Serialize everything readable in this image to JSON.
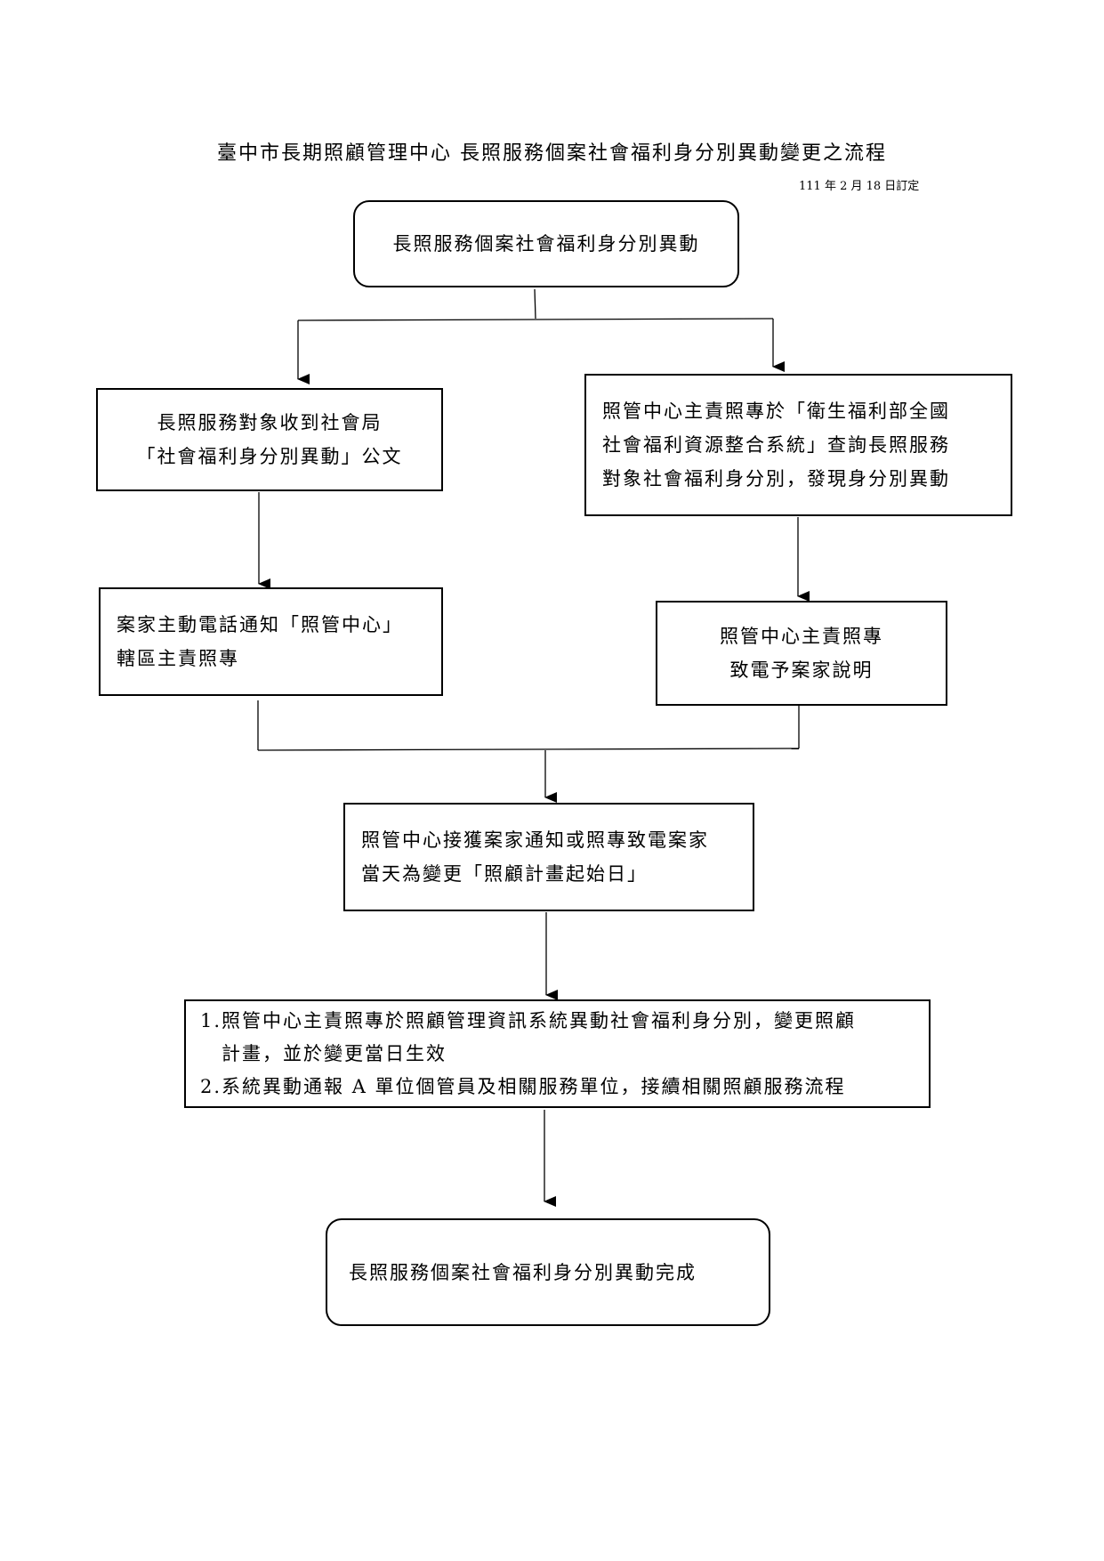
{
  "document": {
    "title": "臺中市長期照顧管理中心 長照服務個案社會福利身分別異動變更之流程",
    "date": "111 年 2 月 18 日訂定"
  },
  "flow": {
    "start": "長照服務個案社會福利身分別異動",
    "left_step1": [
      "長照服務對象收到社會局",
      "「社會福利身分別異動」公文"
    ],
    "right_step1": [
      "照管中心主責照專於「衛生福利部全國",
      "社會福利資源整合系統」查詢長照服務",
      "對象社會福利身分別，發現身分別異動"
    ],
    "left_step2": [
      "案家主動電話通知「照管中心」",
      "轄區主責照專"
    ],
    "right_step2": [
      "照管中心主責照專",
      "致電予案家說明"
    ],
    "merge_step": [
      "照管中心接獲案家通知或照專致電案家",
      "當天為變更「照顧計畫起始日」"
    ],
    "action_steps": [
      "1.照管中心主責照專於照顧管理資訊系統異動社會福利身分別，變更照顧",
      "計畫，並於變更當日生效",
      "2.系統異動通報 A 單位個管員及相關服務單位，接續相關照顧服務流程"
    ],
    "end": "長照服務個案社會福利身分別異動完成"
  }
}
